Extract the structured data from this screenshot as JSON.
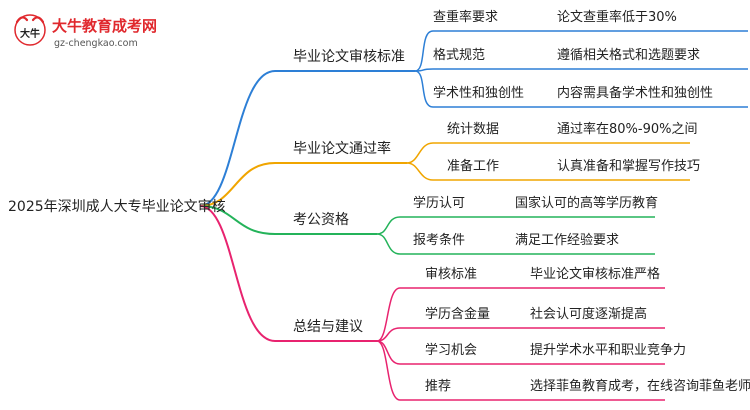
{
  "logo": {
    "title": "大牛教育成考网",
    "url": "gz-chengkao.com",
    "emblem_text": "大牛"
  },
  "root": "2025年深圳成人大专毕业论文审核",
  "branches": [
    {
      "label": "毕业论文审核标准",
      "color": "#2d7fd6",
      "children": [
        {
          "label": "查重率要求",
          "detail": "论文查重率低于30%"
        },
        {
          "label": "格式规范",
          "detail": "遵循相关格式和选题要求"
        },
        {
          "label": "学术性和独创性",
          "detail": "内容需具备学术性和独创性"
        }
      ]
    },
    {
      "label": "毕业论文通过率",
      "color": "#f0a500",
      "children": [
        {
          "label": "统计数据",
          "detail": "通过率在80%-90%之间"
        },
        {
          "label": "准备工作",
          "detail": "认真准备和掌握写作技巧"
        }
      ]
    },
    {
      "label": "考公资格",
      "color": "#24b35a",
      "children": [
        {
          "label": "学历认可",
          "detail": "国家认可的高等学历教育"
        },
        {
          "label": "报考条件",
          "detail": "满足工作经验要求"
        }
      ]
    },
    {
      "label": "总结与建议",
      "color": "#e8236f",
      "children": [
        {
          "label": "审核标准",
          "detail": "毕业论文审核标准严格"
        },
        {
          "label": "学历含金量",
          "detail": "社会认可度逐渐提高"
        },
        {
          "label": "学习机会",
          "detail": "提升学术水平和职业竞争力"
        },
        {
          "label": "推荐",
          "detail": "选择菲鱼教育成考，在线咨询菲鱼老师"
        }
      ]
    }
  ]
}
